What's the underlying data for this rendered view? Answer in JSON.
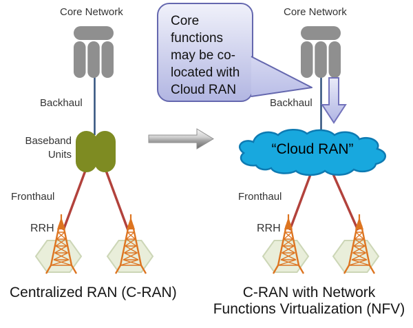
{
  "left_diagram": {
    "core_network_label": "Core Network",
    "backhaul_label": "Backhaul",
    "baseband_units_label": "Baseband Units",
    "fronthaul_label": "Fronthaul",
    "rrh_label": "RRH",
    "caption": "Centralized RAN (C-RAN)"
  },
  "right_diagram": {
    "core_network_label": "Core Network",
    "backhaul_label": "Backhaul",
    "cloud_label": "“Cloud RAN”",
    "fronthaul_label": "Fronthaul",
    "rrh_label": "RRH",
    "caption_line1": "C-RAN with Network",
    "caption_line2": "Functions Virtualization (NFV)"
  },
  "callout": {
    "lines": [
      "Core",
      "functions",
      "may be co-",
      "located with",
      "Cloud RAN"
    ]
  },
  "palette": {
    "cloud_fill": "#18a8de",
    "cloud_outline": "#0d7ab2",
    "baseband_fill": "#7e8b22",
    "core_icon_gray": "#8f8f8f",
    "backhaul_line": "#31517d",
    "fronthaul_line": "#b2423c",
    "tower_orange": "#dd7420",
    "hexagon_fill": "#e9eeda",
    "hexagon_outline": "#ccd6b6",
    "callout_border": "#6467ae",
    "callout_fill_top": "#f0f1fa",
    "callout_fill_bottom": "#b2b6e2",
    "transition_arrow_gray": "#9a9a9a"
  }
}
